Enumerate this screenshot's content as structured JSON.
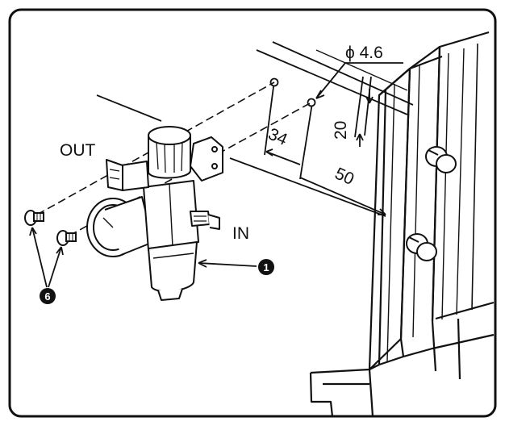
{
  "figure": {
    "labels": {
      "out": "OUT",
      "in": "IN",
      "diameter": "ϕ 4.6",
      "dim_34": "34",
      "dim_20": "20",
      "dim_50": "50"
    },
    "callouts": {
      "regulator": "1",
      "screws": "6"
    },
    "colors": {
      "ink": "#111111",
      "paper": "#ffffff"
    }
  }
}
